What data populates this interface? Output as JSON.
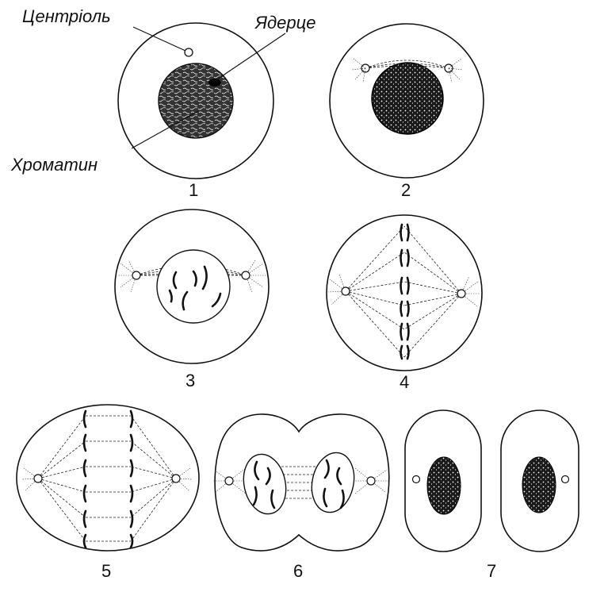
{
  "labels": {
    "centriole": "Центріоль",
    "nucleolus": "Ядерце",
    "chromatin": "Хроматин"
  },
  "stages": [
    "1",
    "2",
    "3",
    "4",
    "5",
    "6",
    "7"
  ]
}
